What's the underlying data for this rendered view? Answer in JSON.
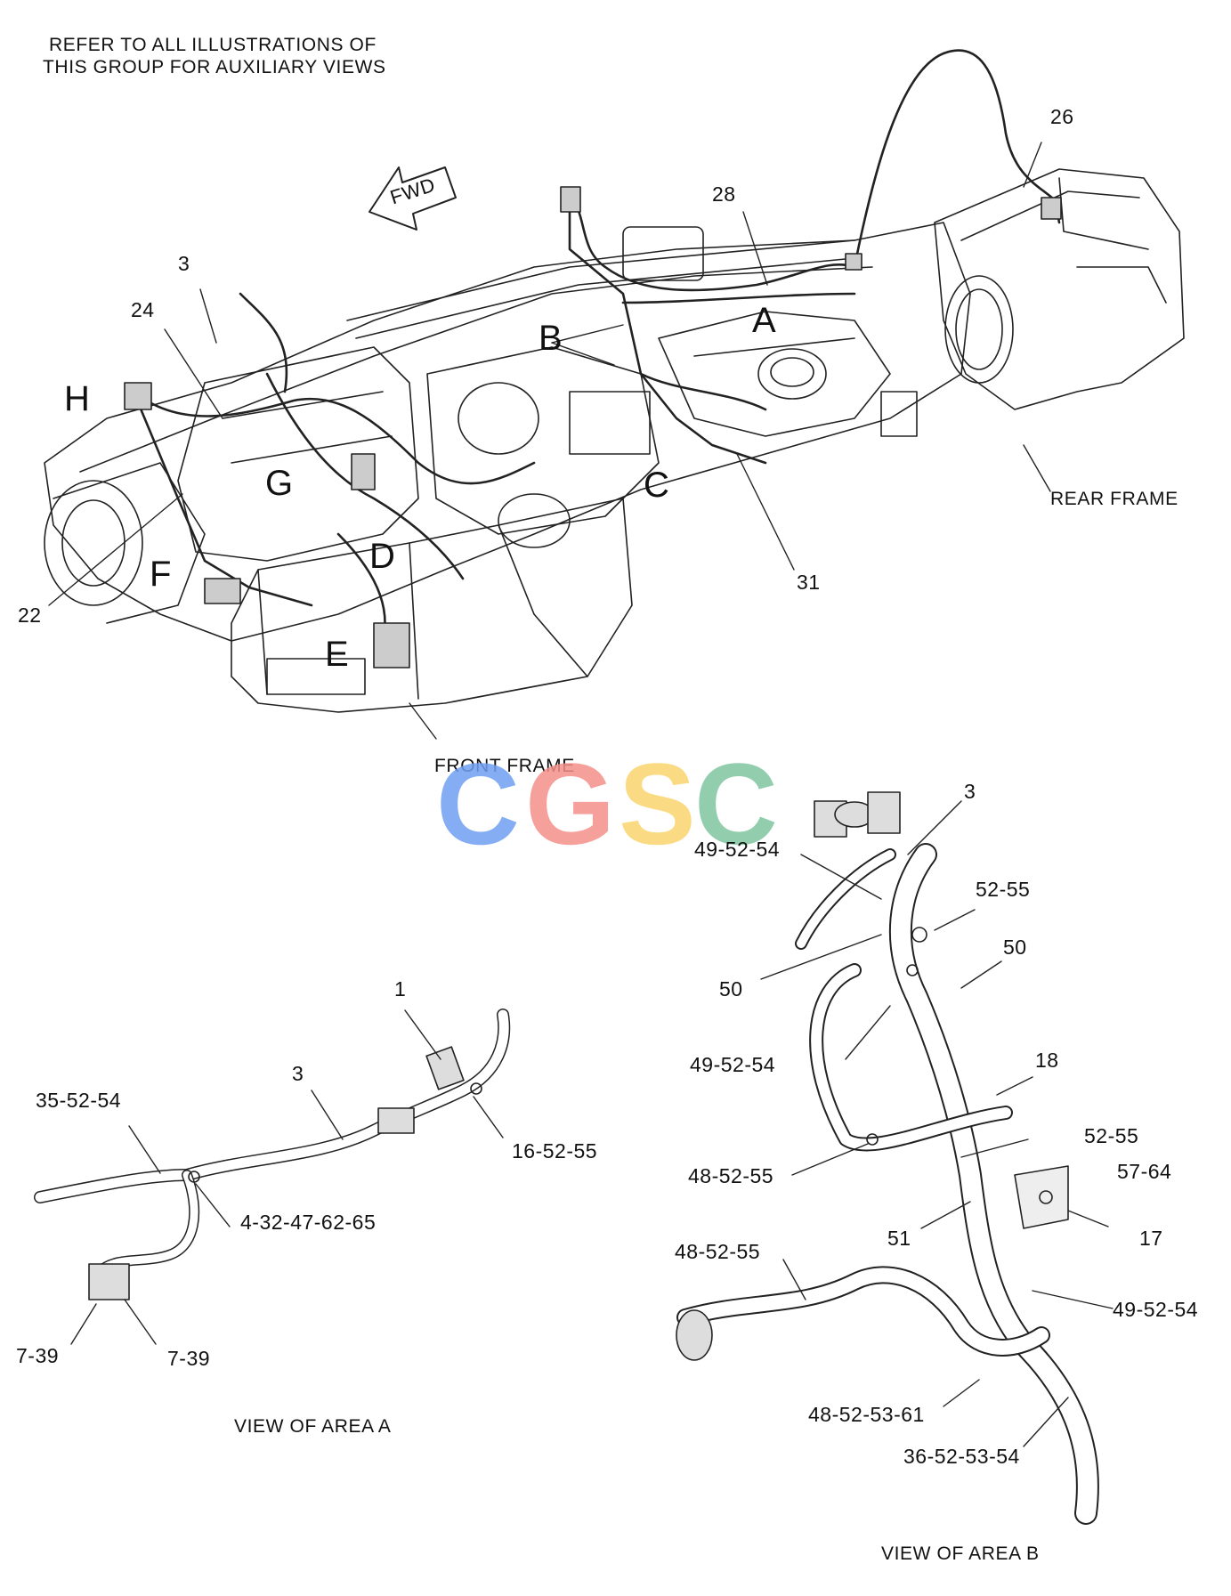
{
  "header_note": {
    "line1": "REFER TO ALL ILLUSTRATIONS OF",
    "line2": "THIS GROUP FOR AUXILIARY VIEWS"
  },
  "watermark": {
    "text": "CGSC",
    "colors": [
      "#6f9ff2",
      "#f48f8b",
      "#f9d56e",
      "#7fc5a0"
    ]
  },
  "main_view": {
    "fwd_arrow": "FWD",
    "frame_labels": {
      "rear": "REAR FRAME",
      "front": "FRONT FRAME"
    },
    "area_letters": [
      "A",
      "B",
      "C",
      "D",
      "E",
      "F",
      "G",
      "H"
    ],
    "callouts": [
      "3",
      "24",
      "22",
      "26",
      "28",
      "31"
    ]
  },
  "view_a": {
    "caption": "VIEW OF AREA A",
    "callouts": [
      "1",
      "3",
      "35-52-54",
      "16-52-55",
      "4-32-47-62-65",
      "7-39",
      "7-39"
    ]
  },
  "view_b": {
    "caption": "VIEW OF AREA B",
    "callouts": [
      "3",
      "49-52-54",
      "52-55",
      "50",
      "50",
      "49-52-54",
      "18",
      "52-55",
      "48-52-55",
      "57-64",
      "51",
      "17",
      "48-52-55",
      "49-52-54",
      "48-52-53-61",
      "36-52-53-54"
    ]
  }
}
